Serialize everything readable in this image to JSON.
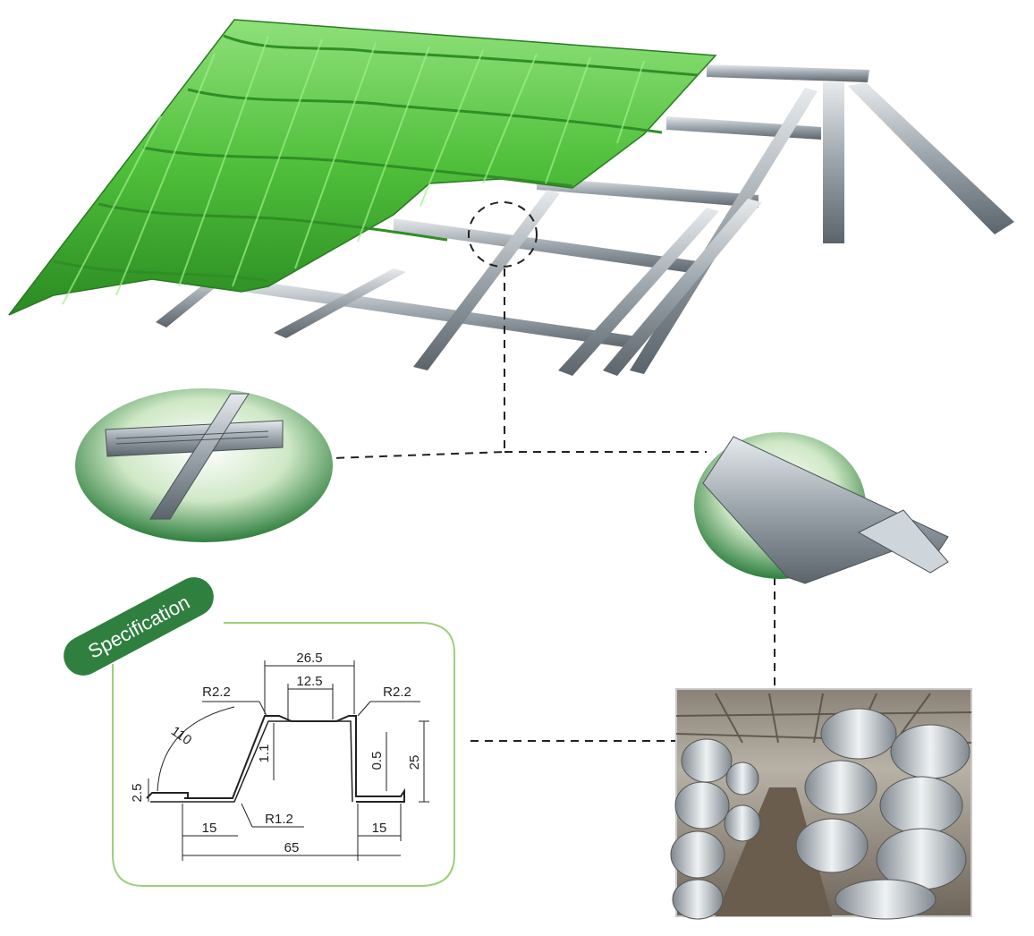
{
  "colors": {
    "roof_green": "#4fbf3a",
    "roof_green_dark": "#2f8f25",
    "steel": "#9aa3aa",
    "steel_dark": "#5c646b",
    "badge_green": "#2f7f3f",
    "frame_green": "#9bd07a"
  },
  "specification": {
    "title": "Specification",
    "dimensions": {
      "top_width": "26.5",
      "inner_top": "12.5",
      "radius_left": "R2.2",
      "radius_right": "R2.2",
      "angle": "110",
      "thickness": "1.1",
      "gap": "0.5",
      "height": "25",
      "lip": "2.5",
      "flange_left": "15",
      "radius_bottom": "R1.2",
      "flange_right": "15",
      "overall_width": "65"
    }
  },
  "callouts": {
    "detail_left": "joint-detail",
    "detail_right": "profile-detail",
    "photo": "steel-coil-warehouse"
  }
}
